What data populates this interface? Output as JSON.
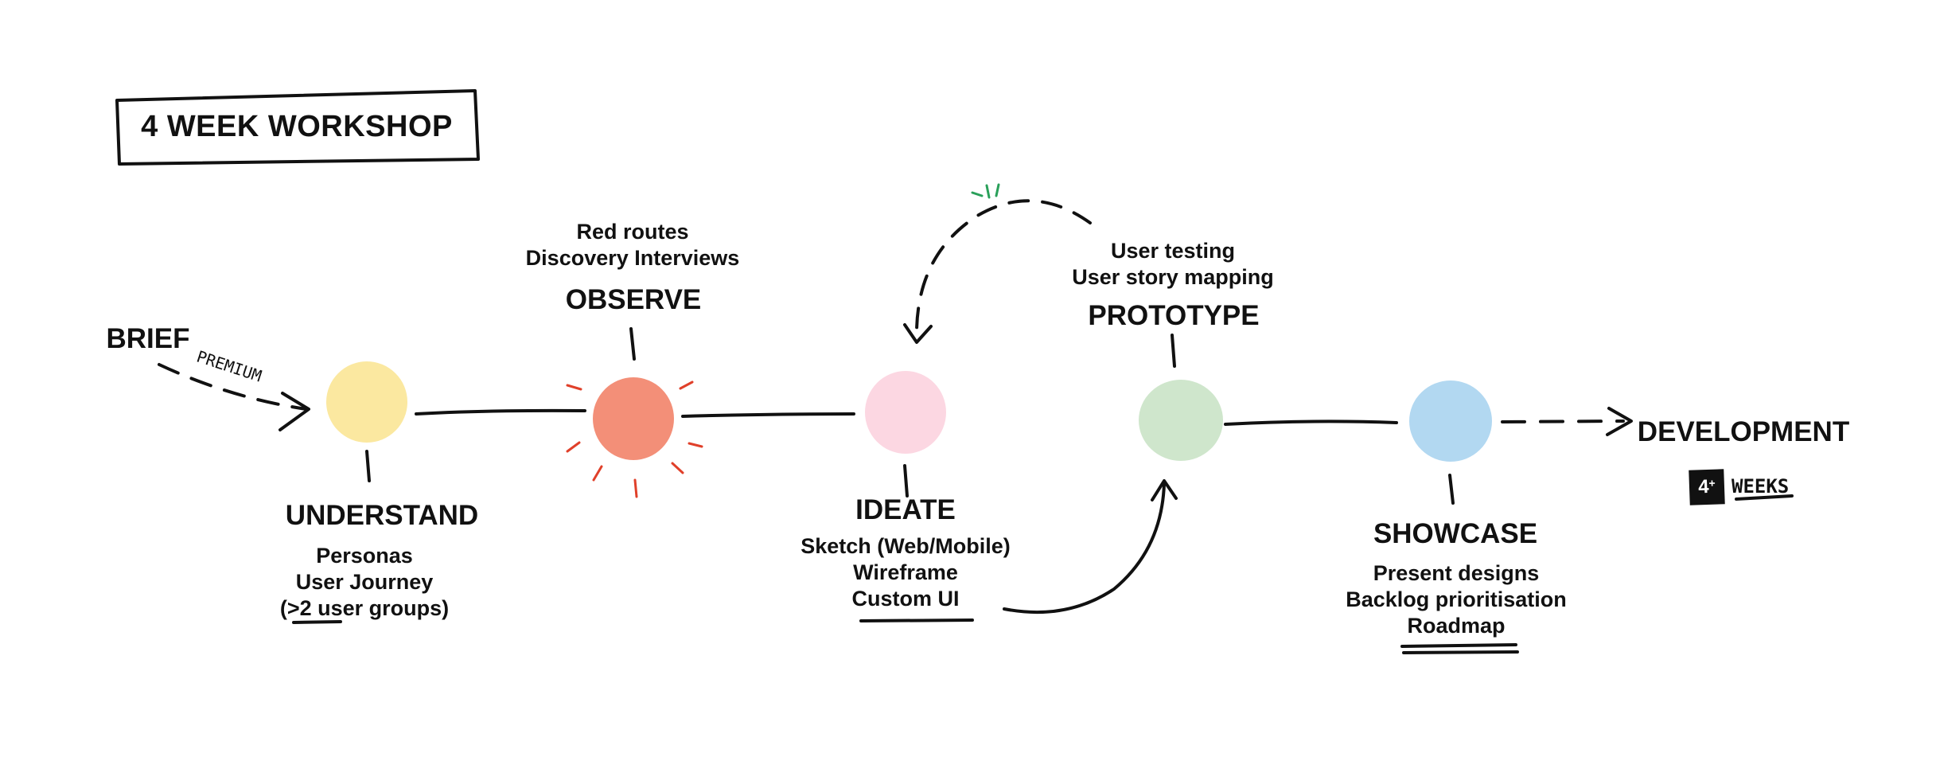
{
  "title": "4 WEEK WORKSHOP",
  "brief": {
    "label": "BRIEF",
    "tag": "PREMIUM"
  },
  "stages": [
    {
      "id": "understand",
      "name": "UNDERSTAND",
      "color": "#fbe8a0",
      "details": [
        "Personas",
        "User Journey",
        "(>2 user groups)"
      ]
    },
    {
      "id": "observe",
      "name": "OBSERVE",
      "color": "#f38f78",
      "details": [
        "Red routes",
        "Discovery Interviews"
      ]
    },
    {
      "id": "ideate",
      "name": "IDEATE",
      "color": "#fcd7e2",
      "details": [
        "Sketch (Web/Mobile)",
        "Wireframe",
        "Custom UI"
      ]
    },
    {
      "id": "prototype",
      "name": "PROTOTYPE",
      "color": "#cfe6cc",
      "details": [
        "User testing",
        "User story mapping"
      ]
    },
    {
      "id": "showcase",
      "name": "SHOWCASE",
      "color": "#b2d8f1",
      "details": [
        "Present designs",
        "Backlog prioritisation",
        "Roadmap"
      ]
    }
  ],
  "development": {
    "label": "DEVELOPMENT",
    "badge_number": "4",
    "badge_sup": "+",
    "badge_text": "WEEKS"
  },
  "colors": {
    "ink": "#111111",
    "burst": "#e0402a",
    "sparkle": "#2aa05a"
  }
}
